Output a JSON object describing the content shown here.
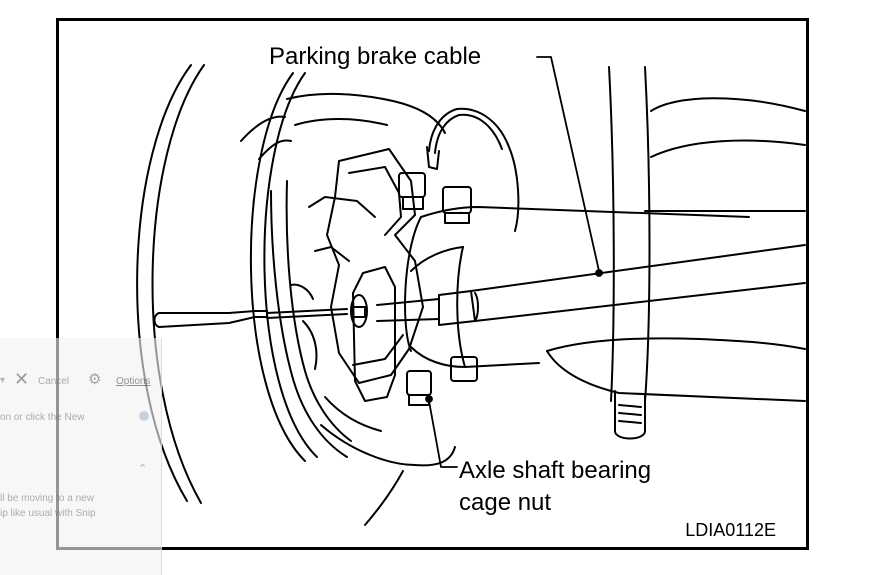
{
  "diagram": {
    "callout_cable": "Parking brake cable",
    "callout_nut_line1": "Axle shaft bearing",
    "callout_nut_line2": "cage nut",
    "figure_code": "LDIA0112E"
  },
  "snip_overlay": {
    "new_icon": "new-snip-icon",
    "close_icon": "close-icon",
    "cancel_label": "Cancel",
    "options_icon": "gear-icon",
    "options_label": "Options",
    "help_text": "on or click the New",
    "collapse_icon": "chevron-up-icon",
    "notice_line1": "ll be moving to a new",
    "notice_line2": "ip like usual with Snip"
  }
}
